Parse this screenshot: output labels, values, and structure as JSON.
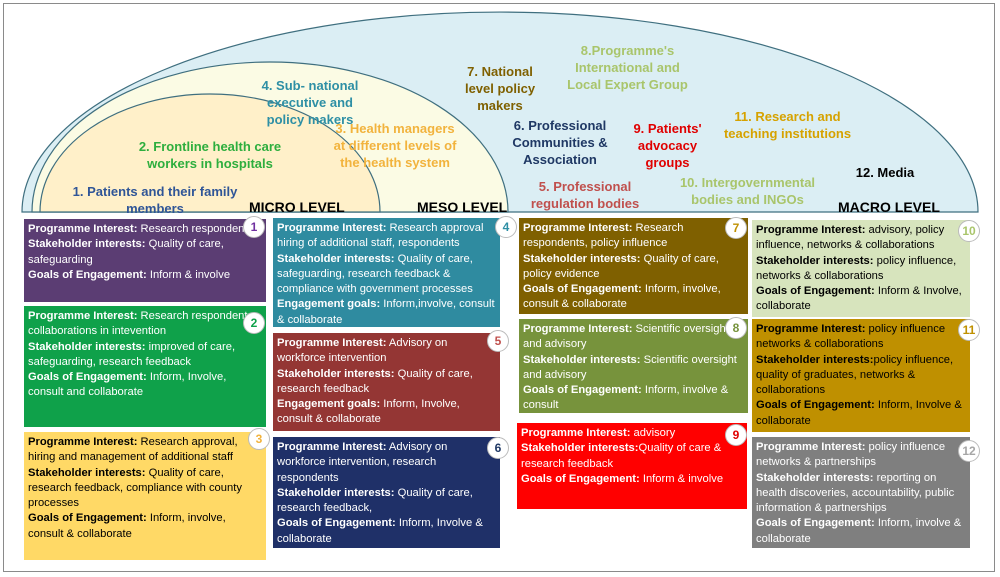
{
  "colors": {
    "outer_arch": "#dbeef4",
    "middle_arch": "#fbfbe4",
    "inner_arch": "#fff0c9",
    "arch_stroke": "#3f6f7f"
  },
  "levels": {
    "micro": "MICRO LEVEL",
    "meso": "MESO LEVEL",
    "macro": "MACRO LEVEL"
  },
  "stakeholders": [
    {
      "text": "1. Patients and their family members",
      "color": "#2f5597"
    },
    {
      "text": "2. Frontline health care workers in hospitals",
      "color": "#2eae3e"
    },
    {
      "text": "3. Health managers at different levels of the health system",
      "color": "#f2b33d"
    },
    {
      "text": "4. Sub- national executive and policy makers",
      "color": "#2e8fa5"
    },
    {
      "text": "5. Professional regulation bodies",
      "color": "#c0504d"
    },
    {
      "text": "6. Professional Communities & Association",
      "color": "#1f3864"
    },
    {
      "text": "7. National level policy makers",
      "color": "#7f6000"
    },
    {
      "text": "8.Programme's International and Local Expert Group",
      "color": "#a9c56b"
    },
    {
      "text": "9. Patients' advocacy groups",
      "color": "#e00000"
    },
    {
      "text": "10. Intergovernmental bodies and INGOs",
      "color": "#a9c56b"
    },
    {
      "text": "11. Research and teaching institutions",
      "color": "#d6a200"
    },
    {
      "text": "12. Media",
      "color": "#000000"
    }
  ],
  "boxes": [
    {
      "num": "1",
      "bg": "#5b3d73",
      "fg": "#ffffff",
      "numcolor": "#7030a0",
      "lines": [
        [
          "Programme Interest:",
          " Research respondents"
        ],
        [
          "Stakeholder interests:",
          " Quality of care, safeguarding"
        ],
        [
          "Goals of Engagement:",
          " Inform & involve"
        ]
      ]
    },
    {
      "num": "2",
      "bg": "#0fa14a",
      "fg": "#ffffff",
      "numcolor": "#0fa14a",
      "lines": [
        [
          "Programme Interest:",
          " Research respondents, collaborations in intevention"
        ],
        [
          "Stakeholder interests:",
          " improved of care, safeguarding, research feedback"
        ],
        [
          "Goals of Engagement:",
          " Inform, Involve, consult and collaborate"
        ]
      ]
    },
    {
      "num": "3",
      "bg": "#ffd966",
      "fg": "#000000",
      "numcolor": "#f2b33d",
      "lines": [
        [
          "Programme Interest:",
          " Research approval, hiring and management of additional staff"
        ],
        [
          "Stakeholder interests:",
          " Quality of care, research feedback, compliance with county processes"
        ],
        [
          "Goals of Engagement:",
          " Inform, involve, consult & collaborate"
        ]
      ]
    },
    {
      "num": "4",
      "bg": "#2f8ba0",
      "fg": "#ffffff",
      "numcolor": "#2e8fa5",
      "lines": [
        [
          "Programme Interest:",
          " Research approval hiring of additional staff,  respondents"
        ],
        [
          "Stakeholder interests:",
          " Quality of care, safeguarding, research feedback & compliance with government processes"
        ],
        [
          "Engagement goals:",
          " Inform,involve, consult & collaborate"
        ]
      ]
    },
    {
      "num": "5",
      "bg": "#943634",
      "fg": "#ffffff",
      "numcolor": "#c0504d",
      "lines": [
        [
          "Programme Interest:",
          " Advisory on workforce intervention"
        ],
        [
          "Stakeholder interests:",
          " Quality of care, research feedback"
        ],
        [
          "Engagement goals:",
          " Inform, Involve, consult & collaborate"
        ]
      ]
    },
    {
      "num": "6",
      "bg": "#1f3068",
      "fg": "#ffffff",
      "numcolor": "#1f3864",
      "lines": [
        [
          "Programme Interest:",
          " Advisory on workforce intervention, research respondents"
        ],
        [
          "Stakeholder interests:",
          " Quality of care, research feedback,"
        ],
        [
          "Goals of Engagement:",
          " Inform, Involve & collaborate"
        ]
      ]
    },
    {
      "num": "7",
      "bg": "#7f6000",
      "fg": "#ffffff",
      "numcolor": "#bf9000",
      "lines": [
        [
          "Programme Interest:",
          " Research respondents, policy influence"
        ],
        [
          "Stakeholder interests:",
          " Quality of care, policy evidence"
        ],
        [
          "Goals of Engagement:",
          " Inform, involve, consult & collaborate"
        ]
      ]
    },
    {
      "num": "8",
      "bg": "#77933c",
      "fg": "#ffffff",
      "numcolor": "#77933c",
      "lines": [
        [
          "Programme Interest:",
          " Scientific oversight and advisory"
        ],
        [
          "Stakeholder interests:",
          " Scientific oversight and advisory"
        ],
        [
          "Goals of Engagement:",
          " Inform, involve & consult"
        ]
      ]
    },
    {
      "num": "9",
      "bg": "#ff0000",
      "fg": "#ffffff",
      "numcolor": "#e00000",
      "lines": [
        [
          "Programme Interest:",
          "  advisory"
        ],
        [
          "Stakeholder interests:",
          "Quality of care & research feedback"
        ],
        [
          "Goals of Engagement:",
          " Inform & involve"
        ]
      ]
    },
    {
      "num": "10",
      "bg": "#d7e4bd",
      "fg": "#000000",
      "numcolor": "#a9c56b",
      "lines": [
        [
          "Programme Interest:",
          "  advisory, policy influence, networks & collaborations"
        ],
        [
          "Stakeholder interests:",
          " policy influence, networks & collaborations"
        ],
        [
          "Goals of Engagement:",
          " Inform & Involve, collaborate"
        ]
      ]
    },
    {
      "num": "11",
      "bg": "#bf9000",
      "fg": "#000000",
      "numcolor": "#bf9000",
      "lines": [
        [
          "Programme Interest:",
          "  policy influence networks & collaborations"
        ],
        [
          "Stakeholder interests:",
          "policy influence, quality of graduates, networks & collaborations"
        ],
        [
          "Goals of Engagement:",
          " Inform, Involve & collaborate"
        ]
      ]
    },
    {
      "num": "12",
      "bg": "#7f7f7f",
      "fg": "#ffffff",
      "numcolor": "#a6a6a6",
      "lines": [
        [
          "Programme Interest:",
          "  policy influence networks & partnerships"
        ],
        [
          "Stakeholder interests:",
          " reporting on health discoveries, accountability, public information & partnerships"
        ],
        [
          "Goals of Engagement:",
          " Inform, involve & collaborate"
        ]
      ]
    }
  ]
}
